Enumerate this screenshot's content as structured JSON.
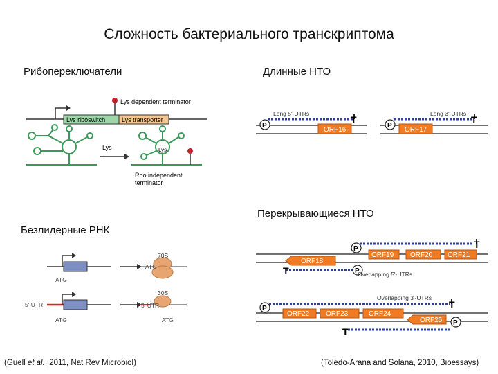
{
  "title": "Сложность бактериального транскриптома",
  "sections": {
    "riboswitches": "Рибопереключатели",
    "long_utrs": "Длинные НТО",
    "overlapping_utrs": "Перекрывающиеся НТО",
    "leaderless": "Безлидерные РНК"
  },
  "riboswitch_panel": {
    "terminator_label": "Lys dependent terminator",
    "riboswitch_box": "Lys riboswitch",
    "transporter_box": "Lys transporter",
    "ligand_label": "Lys",
    "bound_label": "Lys",
    "rho_label_1": "Rho independent",
    "rho_label_2": "terminator"
  },
  "long_utr_panel": {
    "left_label": "Long 5'-UTRs",
    "right_label": "Long 3'-UTRs",
    "promoter": "P",
    "terminator": "T",
    "orf_left": "ORF16",
    "orf_right": "ORF17"
  },
  "overlap_panel": {
    "top_orfs": [
      "ORF19",
      "ORF20",
      "ORF21"
    ],
    "orf18": "ORF18",
    "label_5utr": "Overlapping 5'-UTRs",
    "label_3utr": "Overlapping 3'-UTRs",
    "bottom_orfs": [
      "ORF22",
      "ORF23",
      "ORF24"
    ],
    "orf25": "ORF25",
    "promoter": "P",
    "terminator": "T"
  },
  "leaderless_panel": {
    "atg": "ATG",
    "s70": "70S",
    "s30": "30S",
    "utr5": "5' UTR"
  },
  "credits": {
    "left_pre": "(Guell ",
    "left_italic": "et al.",
    "left_post": ", 2011, Nat Rev Microbiol)",
    "right": "(Toledo-Arana and Solana, 2010, Bioessays)"
  },
  "colors": {
    "orf": "#f07b22",
    "utr_dotted": "#2f3f9e",
    "riboswitch_box": "#9fd6a9",
    "transporter_box": "#f4c792",
    "stem_loop": "#3a9a5a",
    "terminator_knob": "#c0222b",
    "gene_box": "#7e8fc4",
    "ribosome": "#e7a571",
    "utr_red": "#d02a2a"
  }
}
